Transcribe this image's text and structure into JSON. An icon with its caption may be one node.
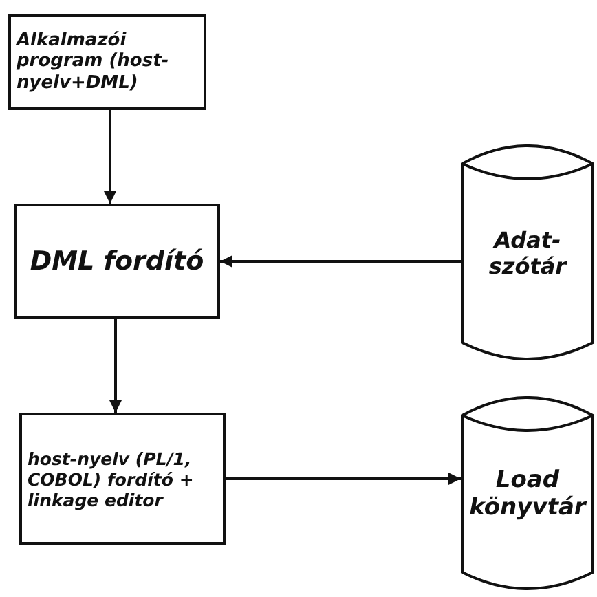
{
  "diagram": {
    "nodes": [
      {
        "text": [
          "Alkalmazói program (host-nyelv+DML)"
        ]
      },
      {
        "text": [
          "DML fordító"
        ]
      },
      {
        "text": [
          "Adat- szótár"
        ]
      },
      {
        "text": [
          "host-nyelv (PL/1, COBOL) fordító + linkage editor"
        ]
      },
      {
        "text": [
          "Load könyvtár"
        ]
      }
    ],
    "edges": [
      {
        "from": 0,
        "to": 1,
        "arrow": "to"
      },
      {
        "from": 2,
        "to": 1,
        "arrow": "to"
      },
      {
        "from": 1,
        "to": 3,
        "arrow": "to"
      },
      {
        "from": 3,
        "to": 4,
        "arrow": "to"
      }
    ]
  }
}
